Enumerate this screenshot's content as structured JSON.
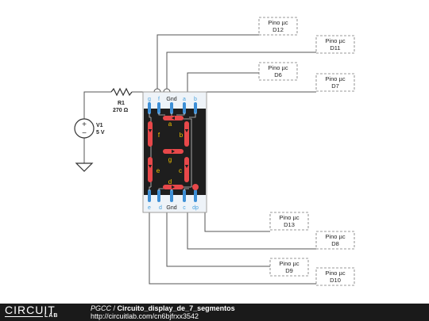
{
  "pins_labels": [
    {
      "line1": "Pino µc",
      "line2": "D12"
    },
    {
      "line1": "Pino µc",
      "line2": "D11"
    },
    {
      "line1": "Pino µc",
      "line2": "D6"
    },
    {
      "line1": "Pino µc",
      "line2": "D7"
    },
    {
      "line1": "Pino µc",
      "line2": "D13"
    },
    {
      "line1": "Pino µc",
      "line2": "D8"
    },
    {
      "line1": "Pino µc",
      "line2": "D9"
    },
    {
      "line1": "Pino µc",
      "line2": "D10"
    }
  ],
  "resistor": {
    "name": "R1",
    "value": "270 Ω"
  },
  "source": {
    "name": "V1",
    "value": "5 V"
  },
  "display": {
    "top_pins": [
      "g",
      "f",
      "Gnd",
      "a",
      "b"
    ],
    "bottom_pins": [
      "e",
      "d",
      "Gnd",
      "c",
      "dp"
    ],
    "segments": [
      "a",
      "b",
      "c",
      "d",
      "e",
      "f",
      "g"
    ]
  },
  "footer": {
    "logo_main": "CIRCUIT",
    "logo_sub": "LAB",
    "user": "PGCC",
    "separator": " / ",
    "title": "Circuito_display_de_7_segmentos",
    "url": "http://circuitlab.com/cn6bjfrxx3542"
  },
  "colors": {
    "segment": "#e8484a",
    "pin": "#3d8fd6",
    "body": "#1e1e1e",
    "wire": "#555555"
  }
}
